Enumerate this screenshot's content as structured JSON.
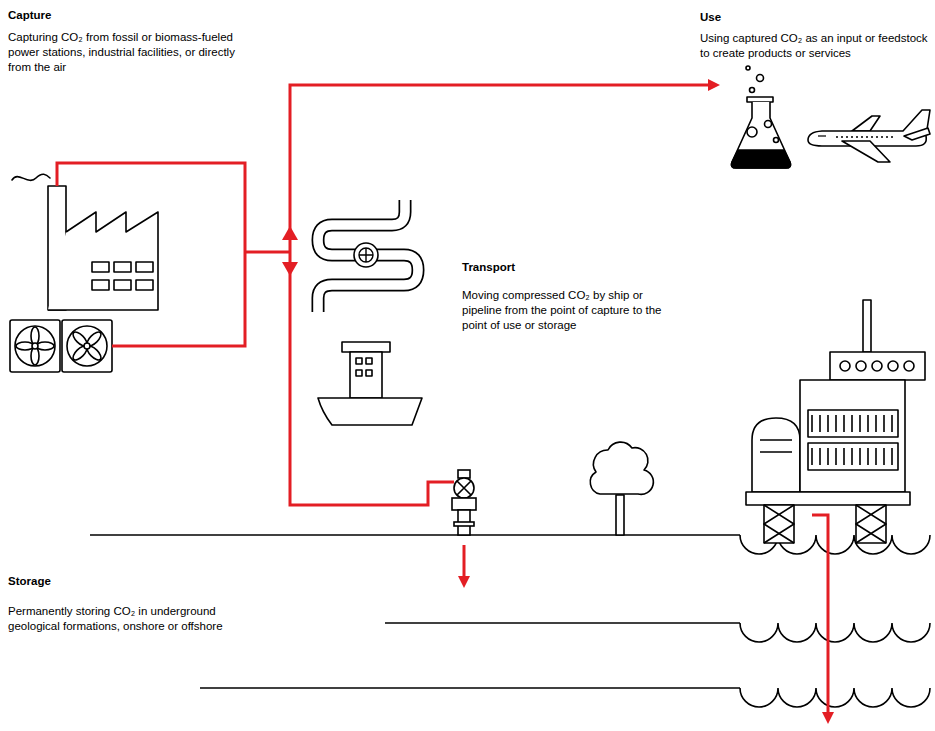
{
  "diagram": {
    "labels": [
      "Capture",
      "Capturing CO₂ from fossil or biomass-fueled power stations, industrial facilities, or directly from the air",
      "Use",
      "Using captured CO₂ as an input or feedstock to create products or services",
      "Transport",
      "Moving compressed CO₂ by ship or pipeline from the point of capture to the point of use or storage",
      "Storage",
      "Permanently storing CO₂ in underground geological formations, onshore or offshore"
    ]
  }
}
